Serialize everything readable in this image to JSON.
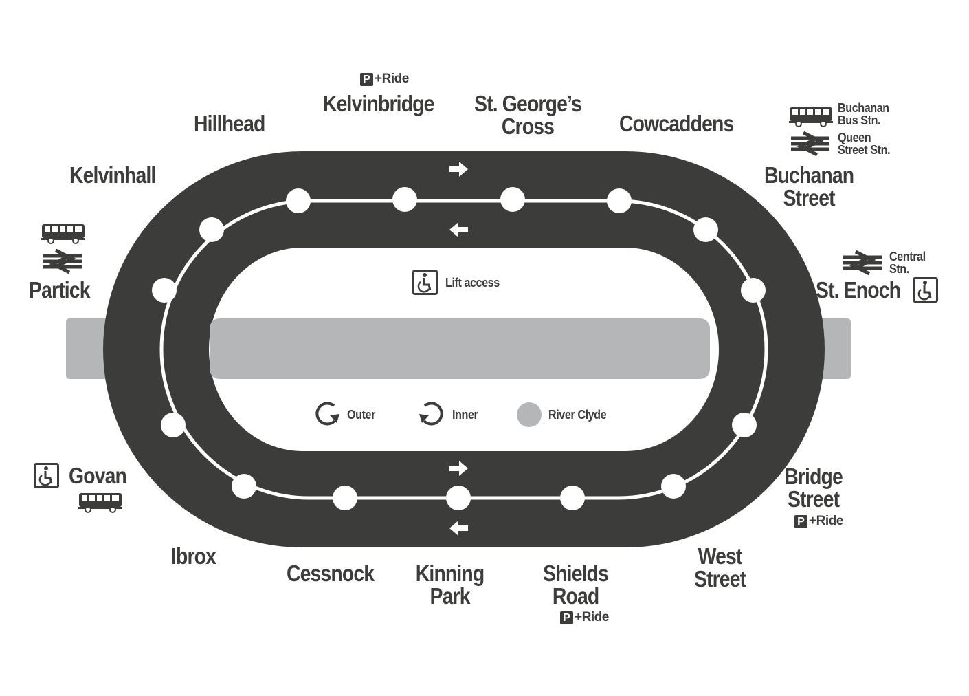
{
  "title": "Glasgow Subway",
  "colors": {
    "track": "#3c3c3b",
    "river": "#b5b6b7",
    "text": "#3c3c3b",
    "background": "#ffffff"
  },
  "stations": [
    {
      "name": "Hillhead",
      "lines": [
        "Hillhead"
      ]
    },
    {
      "name": "Kelvinbridge",
      "lines": [
        "Kelvinbridge"
      ],
      "facility": "+Ride"
    },
    {
      "name": "St. George's Cross",
      "lines": [
        "St. George’s",
        "Cross"
      ]
    },
    {
      "name": "Cowcaddens",
      "lines": [
        "Cowcaddens"
      ]
    },
    {
      "name": "Buchanan Street",
      "lines": [
        "Buchanan",
        "Street"
      ]
    },
    {
      "name": "St. Enoch",
      "lines": [
        "St. Enoch"
      ]
    },
    {
      "name": "Bridge Street",
      "lines": [
        "Bridge",
        "Street"
      ],
      "facility": "+Ride"
    },
    {
      "name": "West Street",
      "lines": [
        "West",
        "Street"
      ]
    },
    {
      "name": "Shields Road",
      "lines": [
        "Shields",
        "Road"
      ],
      "facility": "+Ride"
    },
    {
      "name": "Kinning Park",
      "lines": [
        "Kinning",
        "Park"
      ]
    },
    {
      "name": "Cessnock",
      "lines": [
        "Cessnock"
      ]
    },
    {
      "name": "Ibrox",
      "lines": [
        "Ibrox"
      ]
    },
    {
      "name": "Govan",
      "lines": [
        "Govan"
      ]
    },
    {
      "name": "Partick",
      "lines": [
        "Partick"
      ]
    },
    {
      "name": "Kelvinhall",
      "lines": [
        "Kelvinhall"
      ]
    }
  ],
  "interchanges": {
    "buchanan_bus": [
      "Buchanan",
      "Bus Stn."
    ],
    "queen_street": [
      "Queen",
      "Street Stn."
    ],
    "central": [
      "Central",
      "Stn."
    ]
  },
  "parking_symbol": "P",
  "legend": {
    "lift": "Lift access",
    "outer": "Outer",
    "inner": "Inner",
    "river": "River Clyde"
  },
  "icons": [
    "bus-icon",
    "rail-icon",
    "wheelchair-icon",
    "outer-circle-icon",
    "inner-circle-icon",
    "arrow-right-icon",
    "arrow-left-icon",
    "parking-icon"
  ]
}
